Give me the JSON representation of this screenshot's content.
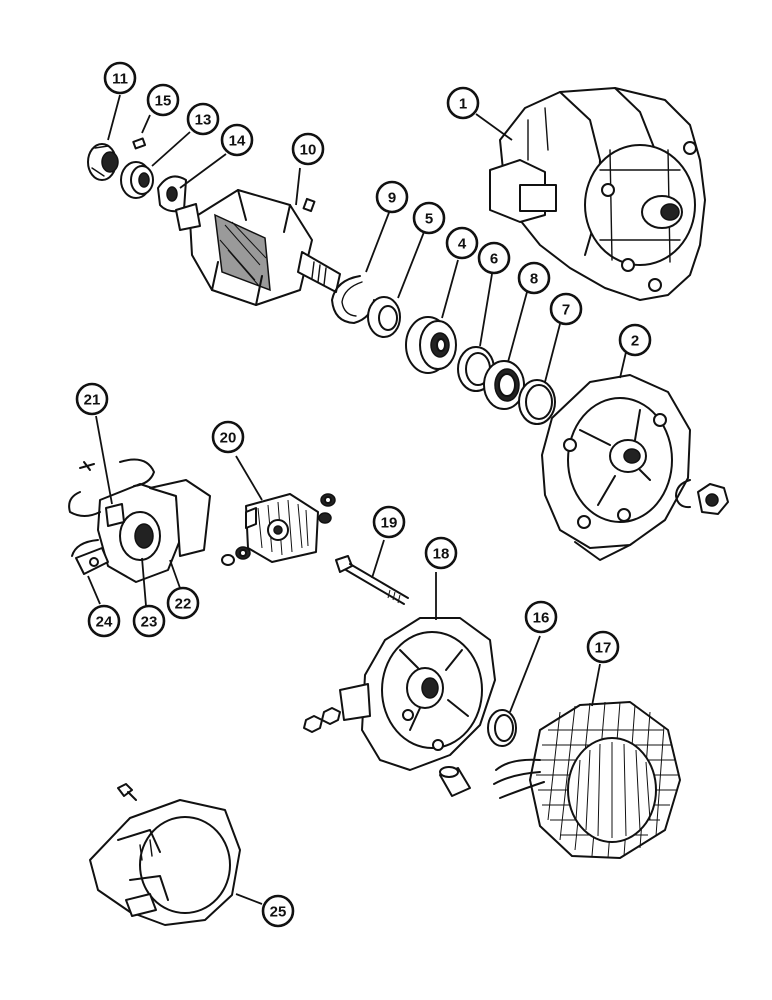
{
  "callouts": {
    "c1": "1",
    "c2": "2",
    "c4": "4",
    "c5": "5",
    "c6": "6",
    "c7": "7",
    "c8": "8",
    "c9": "9",
    "c10": "10",
    "c11": "11",
    "c13": "13",
    "c14": "14",
    "c15": "15",
    "c16": "16",
    "c17": "17",
    "c18": "18",
    "c19": "19",
    "c20": "20",
    "c21": "21",
    "c22": "22",
    "c23": "23",
    "c24": "24",
    "c25": "25"
  }
}
